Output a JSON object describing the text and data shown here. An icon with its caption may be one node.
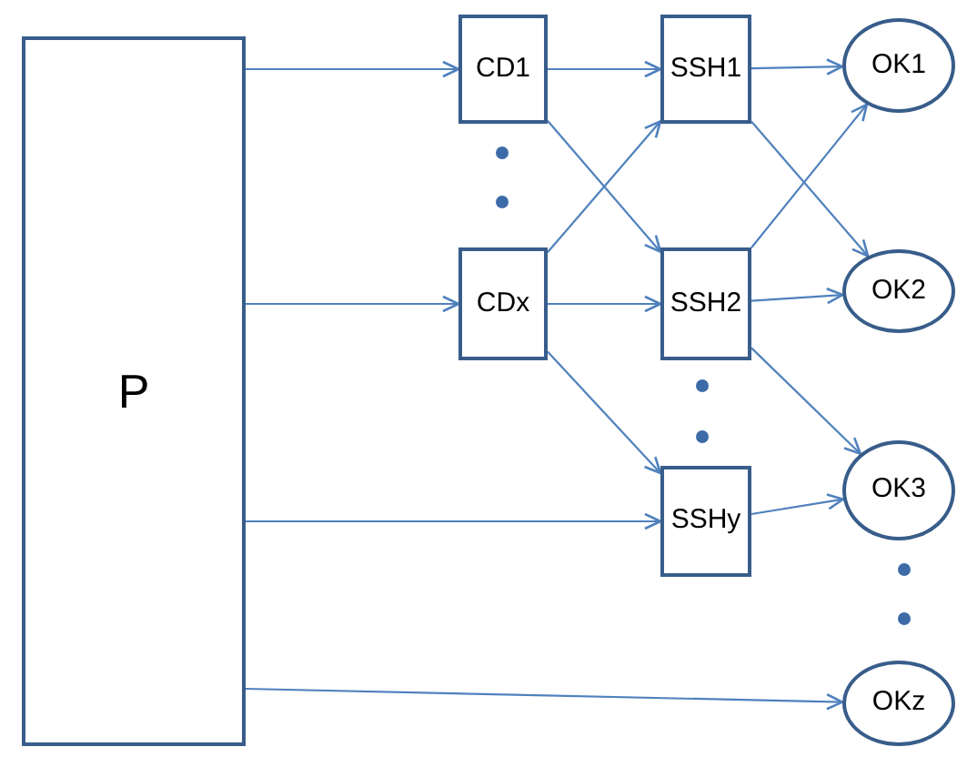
{
  "diagram": {
    "nodes": [
      {
        "text": [
          "P"
        ]
      },
      {
        "text": [
          "CD1"
        ]
      },
      {
        "text": [
          "CDx"
        ]
      },
      {
        "text": [
          "SSH1"
        ]
      },
      {
        "text": [
          "SSH2"
        ]
      },
      {
        "text": [
          "SSHy"
        ]
      },
      {
        "text": [
          "OK1"
        ]
      },
      {
        "text": [
          "OK2"
        ]
      },
      {
        "text": [
          "OK3"
        ]
      },
      {
        "text": [
          "OKz"
        ]
      }
    ],
    "edges": [
      {
        "from": 0,
        "to": 1,
        "arrow": "to"
      },
      {
        "from": 0,
        "to": 2,
        "arrow": "to"
      },
      {
        "from": 0,
        "to": 5,
        "arrow": "to"
      },
      {
        "from": 0,
        "to": 9,
        "arrow": "to"
      },
      {
        "from": 1,
        "to": 3,
        "arrow": "to"
      },
      {
        "from": 1,
        "to": 4,
        "arrow": "to"
      },
      {
        "from": 2,
        "to": 3,
        "arrow": "to"
      },
      {
        "from": 2,
        "to": 4,
        "arrow": "to"
      },
      {
        "from": 2,
        "to": 5,
        "arrow": "to"
      },
      {
        "from": 3,
        "to": 6,
        "arrow": "to"
      },
      {
        "from": 3,
        "to": 7,
        "arrow": "to"
      },
      {
        "from": 4,
        "to": 6,
        "arrow": "to"
      },
      {
        "from": 4,
        "to": 7,
        "arrow": "to"
      },
      {
        "from": 4,
        "to": 8,
        "arrow": "to"
      },
      {
        "from": 5,
        "to": 8,
        "arrow": "to"
      }
    ]
  }
}
